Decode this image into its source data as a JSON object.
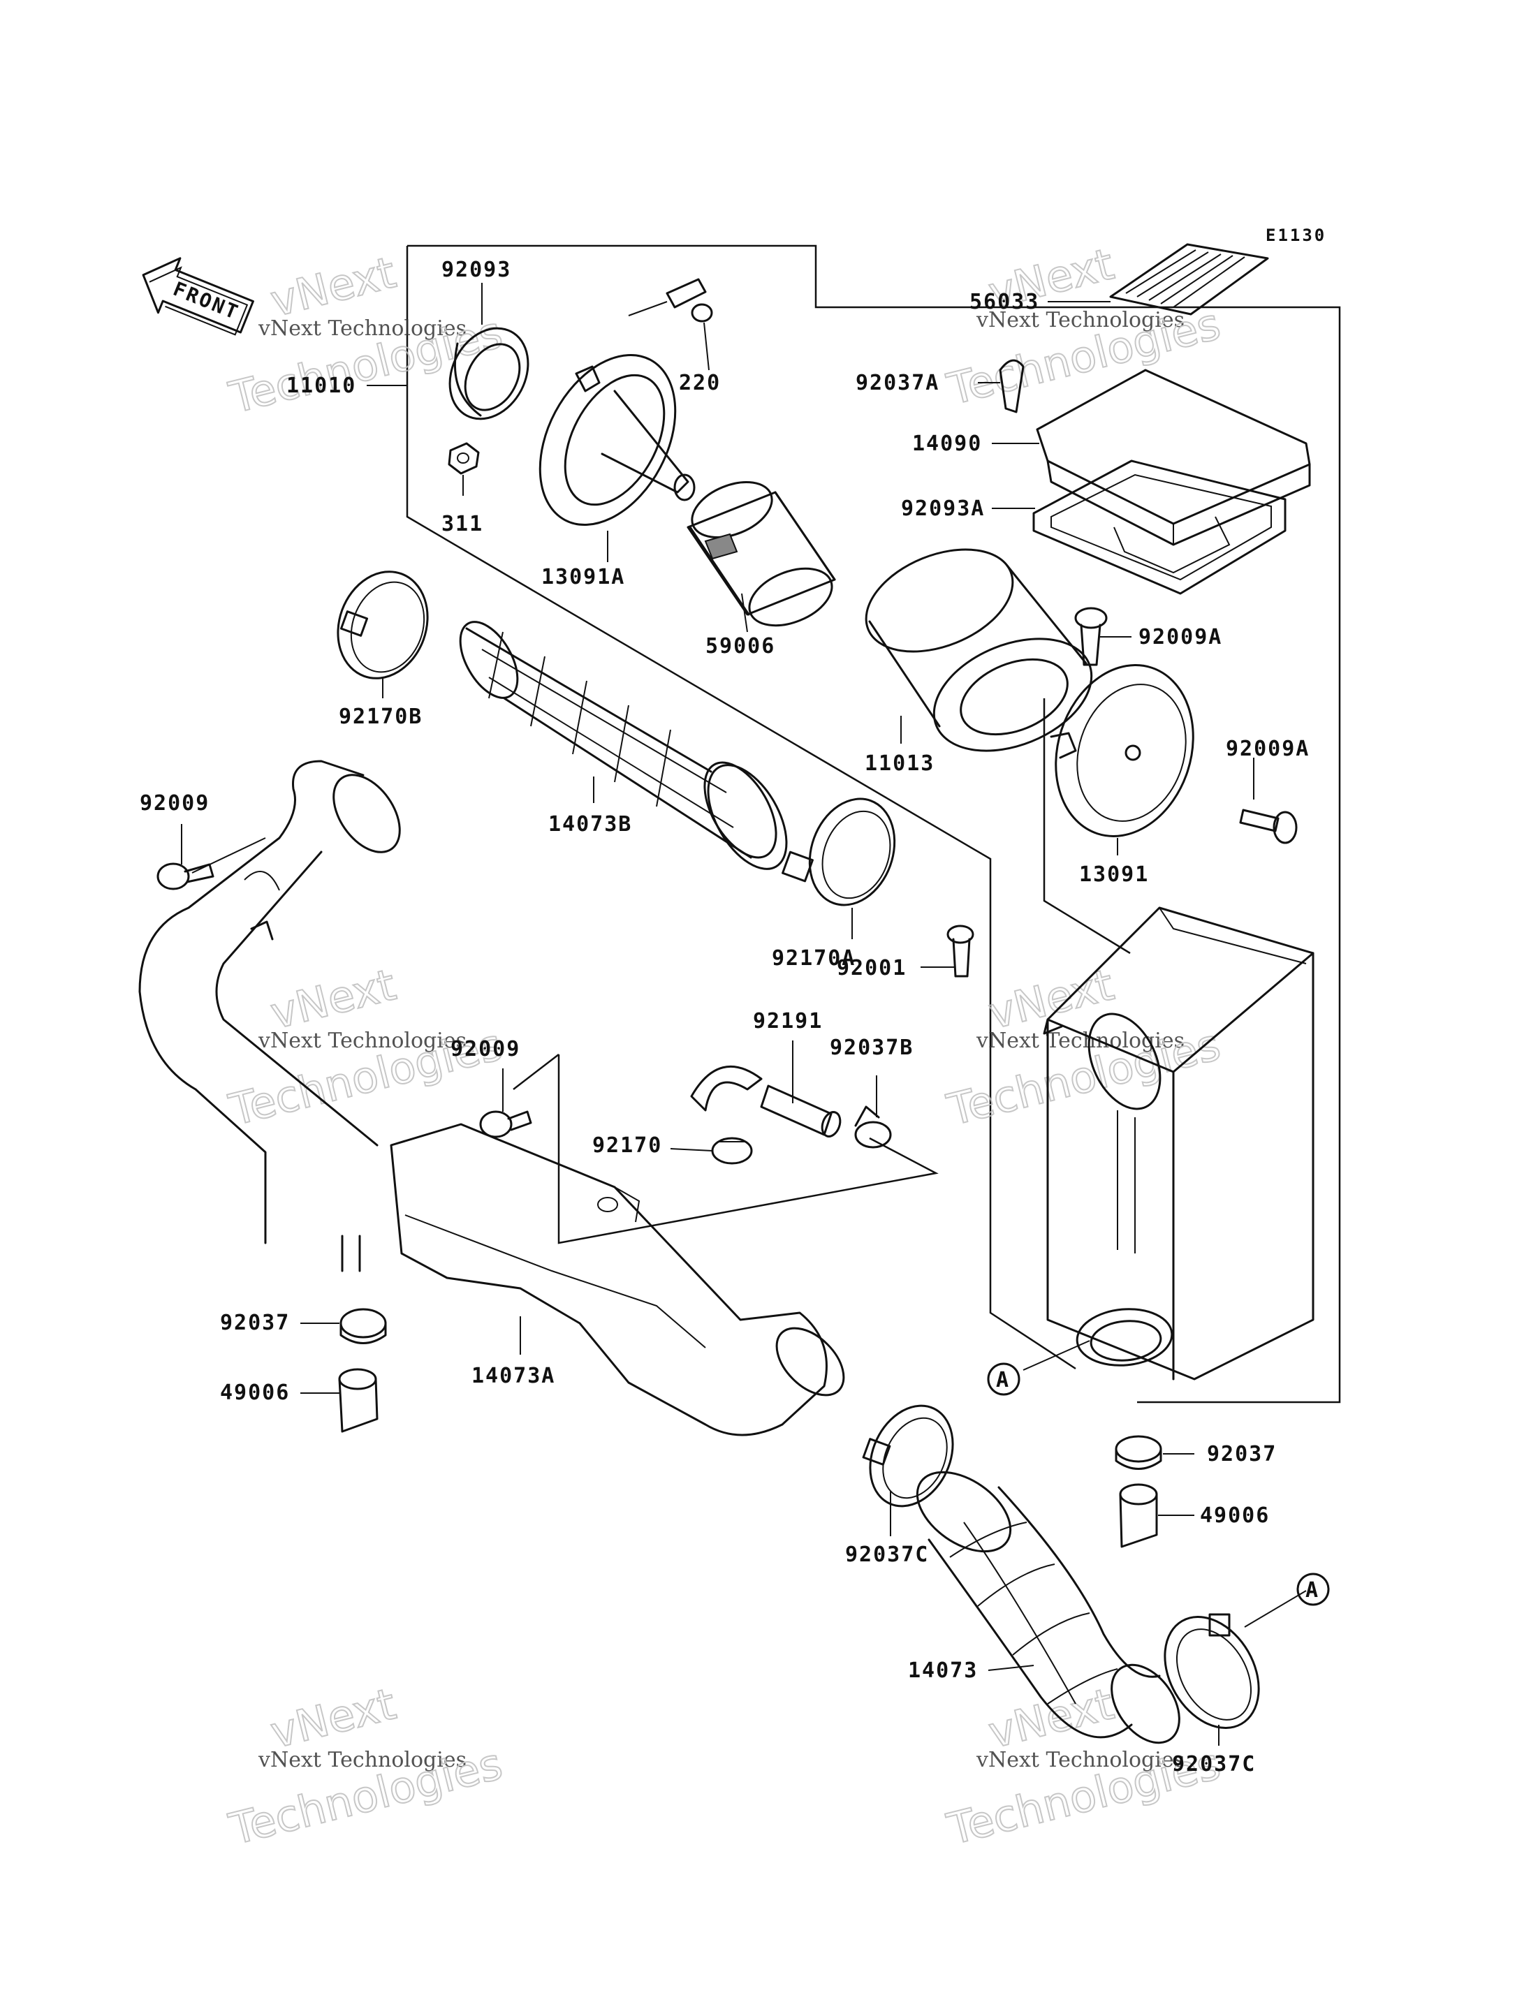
{
  "diagram_code": "E1130",
  "front_arrow_label": "FRONT",
  "ref_circle_label": "A",
  "watermark": {
    "line1": "vNext Technologies",
    "line2": "vNext",
    "line3": "Technologies"
  },
  "part_labels": [
    {
      "id": "p92093",
      "text": "92093"
    },
    {
      "id": "p11010",
      "text": "11010"
    },
    {
      "id": "p220",
      "text": "220"
    },
    {
      "id": "p311",
      "text": "311"
    },
    {
      "id": "p13091A",
      "text": "13091A"
    },
    {
      "id": "p59006",
      "text": "59006"
    },
    {
      "id": "p56033",
      "text": "56033"
    },
    {
      "id": "p92037A",
      "text": "92037A"
    },
    {
      "id": "p14090",
      "text": "14090"
    },
    {
      "id": "p92093A",
      "text": "92093A"
    },
    {
      "id": "p92009A_1",
      "text": "92009A"
    },
    {
      "id": "p11013",
      "text": "11013"
    },
    {
      "id": "p92170B",
      "text": "92170B"
    },
    {
      "id": "p92009A_2",
      "text": "92009A"
    },
    {
      "id": "p13091",
      "text": "13091"
    },
    {
      "id": "p92009_1",
      "text": "92009"
    },
    {
      "id": "p14073B",
      "text": "14073B"
    },
    {
      "id": "p92170A",
      "text": "92170A"
    },
    {
      "id": "p92001",
      "text": "92001"
    },
    {
      "id": "p92191",
      "text": "92191"
    },
    {
      "id": "p92037B",
      "text": "92037B"
    },
    {
      "id": "p92009_2",
      "text": "92009"
    },
    {
      "id": "p92170",
      "text": "92170"
    },
    {
      "id": "p92037_1",
      "text": "92037"
    },
    {
      "id": "p14073A",
      "text": "14073A"
    },
    {
      "id": "p49006_1",
      "text": "49006"
    },
    {
      "id": "p92037_2",
      "text": "92037"
    },
    {
      "id": "p49006_2",
      "text": "49006"
    },
    {
      "id": "p92037C_1",
      "text": "92037C"
    },
    {
      "id": "p14073",
      "text": "14073"
    },
    {
      "id": "p92037C_2",
      "text": "92037C"
    }
  ]
}
